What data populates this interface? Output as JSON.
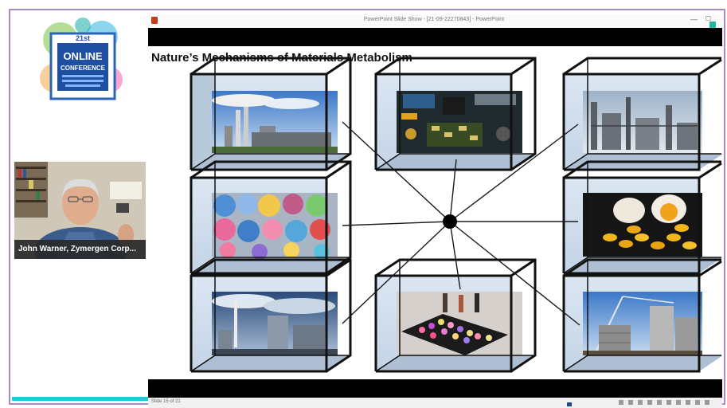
{
  "conference_logo": {
    "text_lines": [
      "ONLINE",
      "CONFERENCE"
    ],
    "colors": [
      "#1ba9e0",
      "#7ac143",
      "#f7941d",
      "#e6007e"
    ]
  },
  "video_tile": {
    "participant_name": "John Warner, Zymergen Corp..."
  },
  "powerpoint_window": {
    "title": "PowerPoint Slide Show - [21-09-22270843] - PowerPoint",
    "minimize_glyph": "—",
    "maximize_glyph": "☐"
  },
  "slide": {
    "title": "Nature’s Mechanisms of Materials Metabolism",
    "hub_color": "#000000",
    "boxes": [
      {
        "name": "power-plant-photo",
        "scene": "power plant with smokestacks"
      },
      {
        "name": "circuit-board-photo",
        "scene": "electronic circuit board"
      },
      {
        "name": "refinery-photo",
        "scene": "chemical refinery"
      },
      {
        "name": "textiles-photo",
        "scene": "rolled colourful towels"
      },
      {
        "name": "capsules-photo",
        "scene": "supplement capsules and egg"
      },
      {
        "name": "factory-photo",
        "scene": "factory under cloudy sky"
      },
      {
        "name": "cosmetics-photo",
        "scene": "makeup palette and brushes"
      },
      {
        "name": "construction-photo",
        "scene": "building construction site"
      }
    ]
  },
  "status_bar": {
    "slide_counter": "Slide 15 of 21"
  }
}
